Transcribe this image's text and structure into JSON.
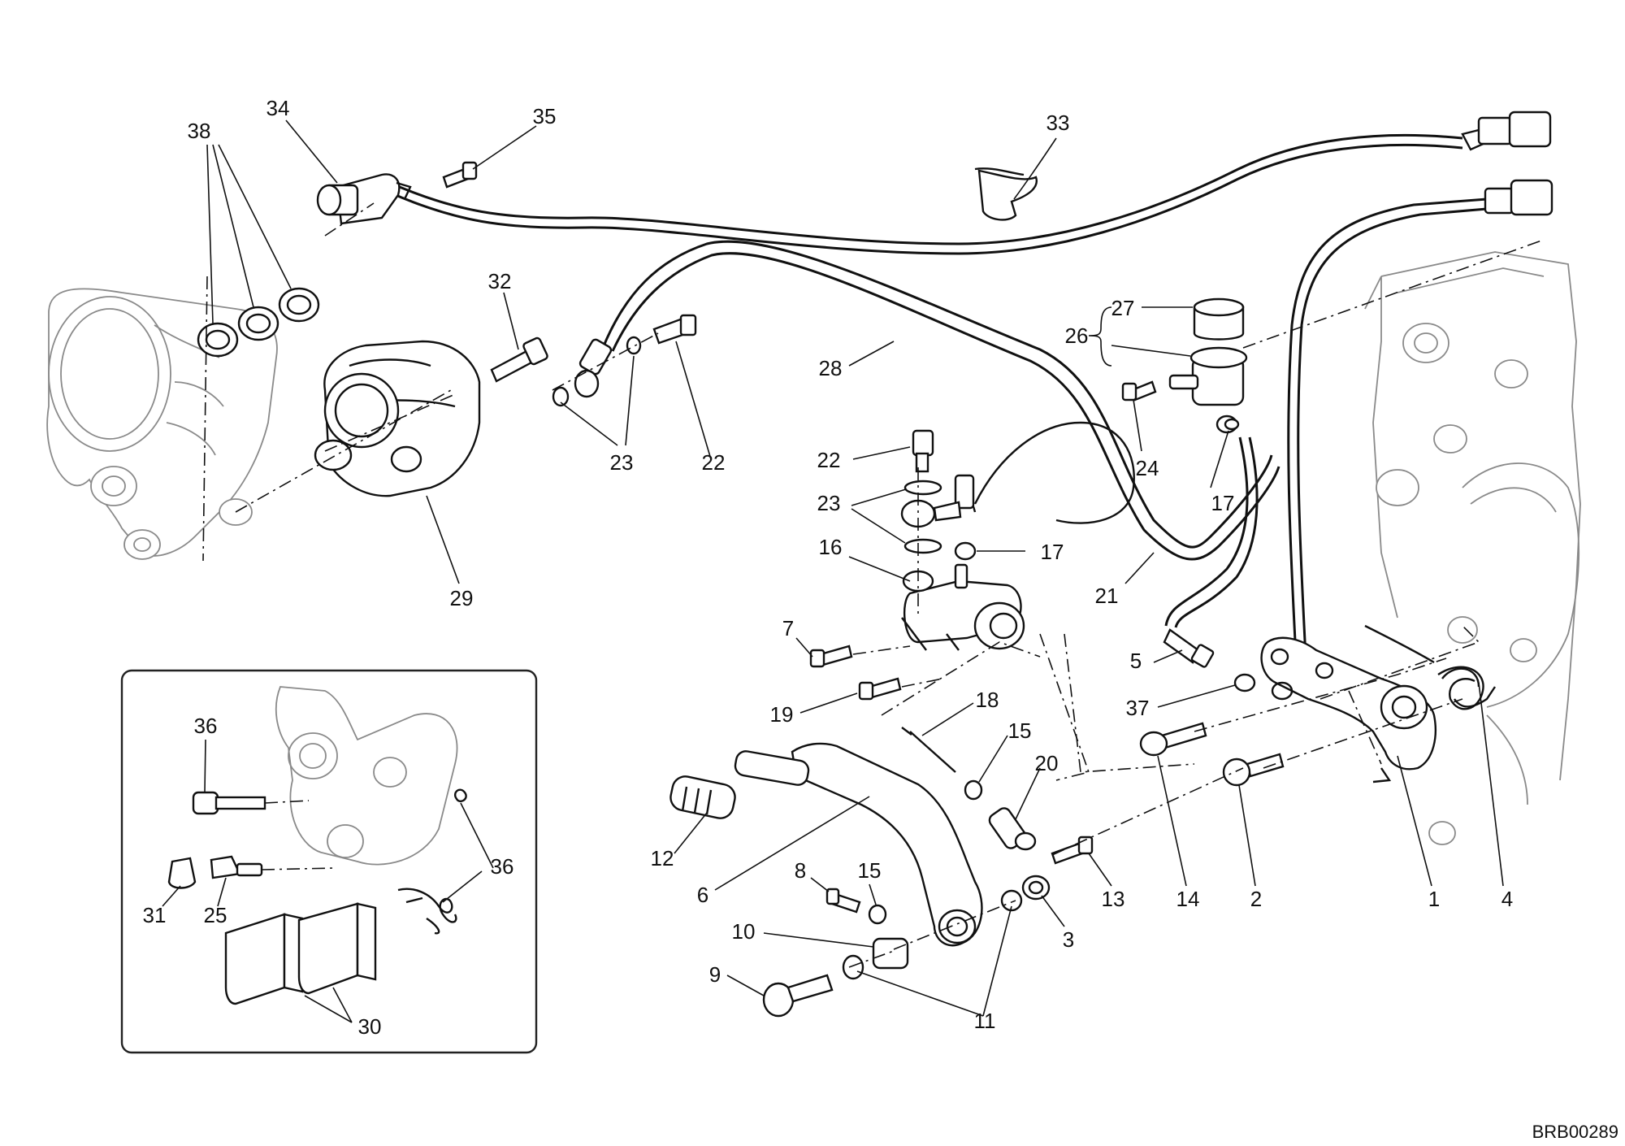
{
  "diagram": {
    "drawing_code": "BRB00289",
    "callouts": [
      {
        "id": "c1",
        "text": "1"
      },
      {
        "id": "c2",
        "text": "2"
      },
      {
        "id": "c3",
        "text": "3"
      },
      {
        "id": "c4",
        "text": "4"
      },
      {
        "id": "c5",
        "text": "5"
      },
      {
        "id": "c6",
        "text": "6"
      },
      {
        "id": "c7",
        "text": "7"
      },
      {
        "id": "c8",
        "text": "8"
      },
      {
        "id": "c9",
        "text": "9"
      },
      {
        "id": "c10",
        "text": "10"
      },
      {
        "id": "c11",
        "text": "11"
      },
      {
        "id": "c12",
        "text": "12"
      },
      {
        "id": "c13",
        "text": "13"
      },
      {
        "id": "c14",
        "text": "14"
      },
      {
        "id": "c15a",
        "text": "15"
      },
      {
        "id": "c15b",
        "text": "15"
      },
      {
        "id": "c16",
        "text": "16"
      },
      {
        "id": "c17a",
        "text": "17"
      },
      {
        "id": "c17b",
        "text": "17"
      },
      {
        "id": "c18",
        "text": "18"
      },
      {
        "id": "c19",
        "text": "19"
      },
      {
        "id": "c20",
        "text": "20"
      },
      {
        "id": "c21",
        "text": "21"
      },
      {
        "id": "c22a",
        "text": "22"
      },
      {
        "id": "c22b",
        "text": "22"
      },
      {
        "id": "c23a",
        "text": "23"
      },
      {
        "id": "c23b",
        "text": "23"
      },
      {
        "id": "c24",
        "text": "24"
      },
      {
        "id": "c25",
        "text": "25"
      },
      {
        "id": "c26",
        "text": "26"
      },
      {
        "id": "c27",
        "text": "27"
      },
      {
        "id": "c28",
        "text": "28"
      },
      {
        "id": "c29",
        "text": "29"
      },
      {
        "id": "c30",
        "text": "30"
      },
      {
        "id": "c31",
        "text": "31"
      },
      {
        "id": "c32",
        "text": "32"
      },
      {
        "id": "c33",
        "text": "33"
      },
      {
        "id": "c34",
        "text": "34"
      },
      {
        "id": "c35",
        "text": "35"
      },
      {
        "id": "c36a",
        "text": "36"
      },
      {
        "id": "c36b",
        "text": "36"
      },
      {
        "id": "c37",
        "text": "37"
      },
      {
        "id": "c38",
        "text": "38"
      }
    ]
  }
}
